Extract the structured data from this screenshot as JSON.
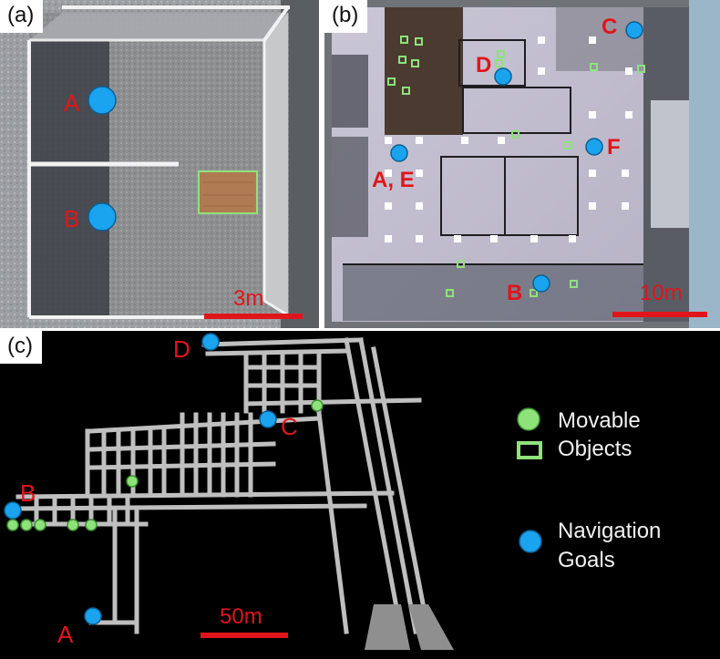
{
  "panels": {
    "a": {
      "tag": "(a)",
      "goals": [
        {
          "label": "A"
        },
        {
          "label": "B"
        }
      ],
      "scale_label": "3m"
    },
    "b": {
      "tag": "(b)",
      "goals": [
        {
          "label": "C"
        },
        {
          "label": "D"
        },
        {
          "label": "A, E"
        },
        {
          "label": "F"
        },
        {
          "label": "B"
        }
      ],
      "scale_label": "10m"
    },
    "c": {
      "tag": "(c)",
      "goals": [
        {
          "label": "D"
        },
        {
          "label": "C"
        },
        {
          "label": "B"
        },
        {
          "label": "A"
        }
      ],
      "scale_label": "50m",
      "legend": {
        "movable_line1": "Movable",
        "movable_line2": "Objects",
        "goals_line1": "Navigation",
        "goals_line2": "Goals"
      }
    }
  },
  "colors": {
    "goal": "#1aa3ee",
    "movable": "#8ee27a",
    "label": "#e0151b"
  }
}
